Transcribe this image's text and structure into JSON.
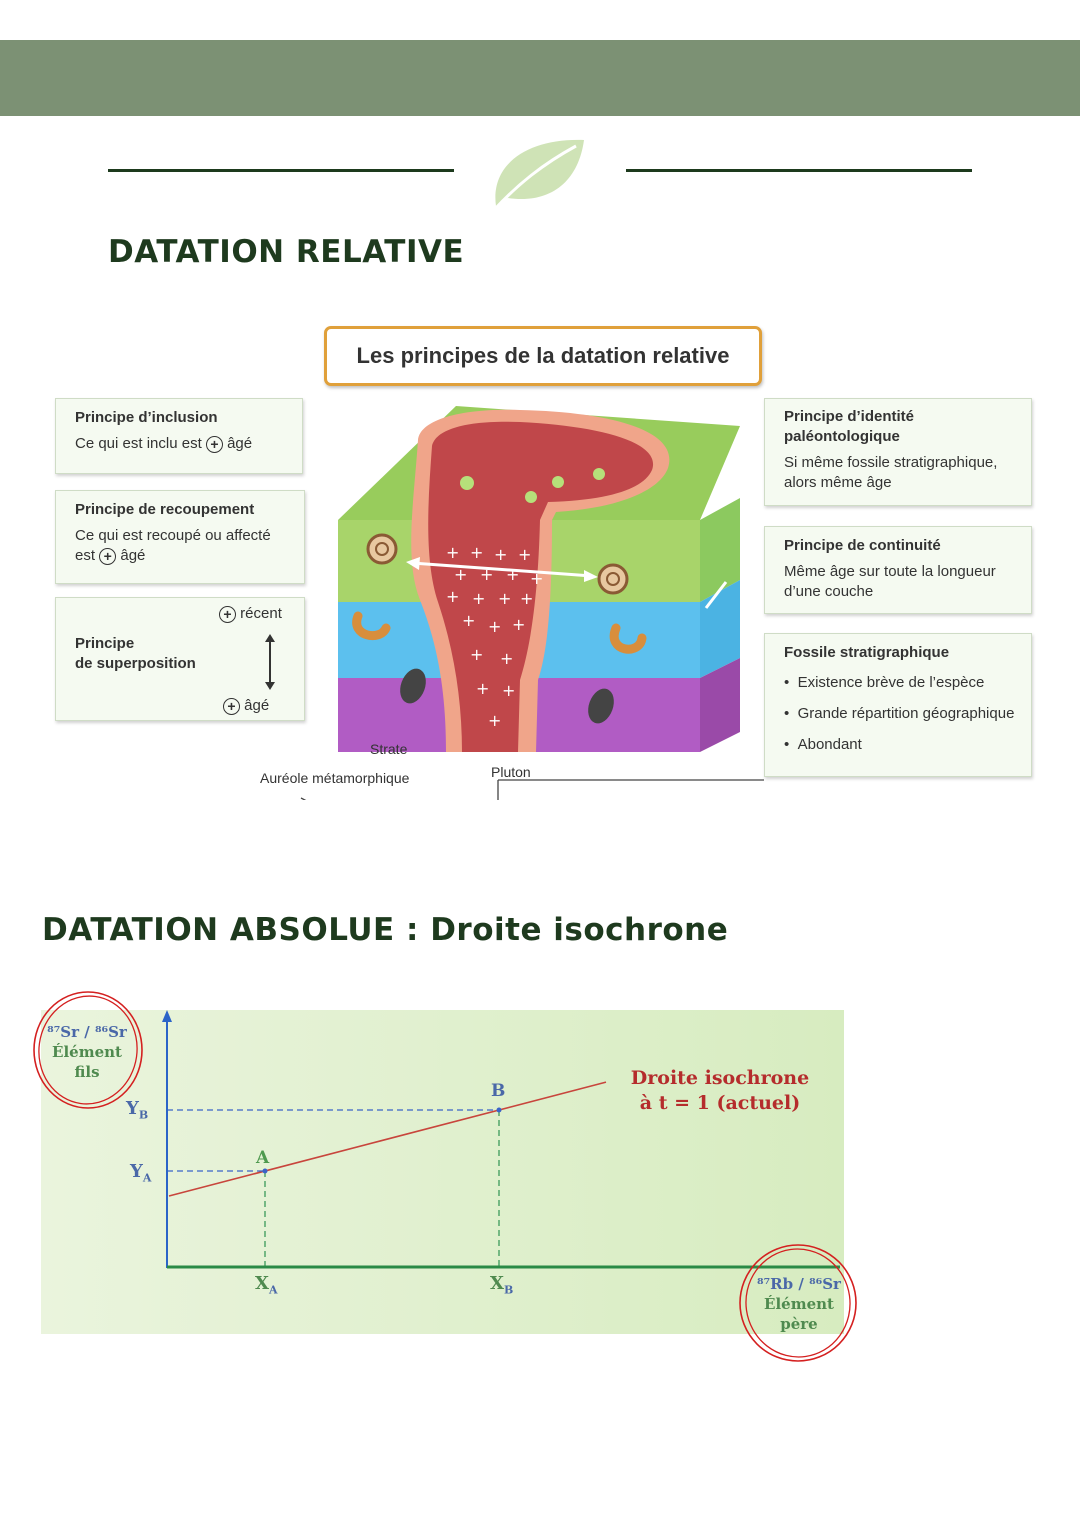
{
  "header": {
    "bar_color": "#7c9174"
  },
  "relative": {
    "heading": "DATATION RELATIVE",
    "figure_title": "Les principes de la datation relative",
    "inclusion": {
      "title": "Principe d’inclusion",
      "text_before": "Ce qui est inclu est",
      "text_after": "âgé"
    },
    "recoupement": {
      "title": "Principe de recoupement",
      "line1": "Ce qui est recoupé ou affecté",
      "line2_before": "est",
      "line2_after": "âgé"
    },
    "superposition": {
      "title_line1": "Principe",
      "title_line2": "de superposition",
      "recent": "récent",
      "old": "âgé"
    },
    "identite": {
      "title_line1": "Principe d’identité",
      "title_line2": "paléontologique",
      "text_line1": "Si même fossile stratigraphique,",
      "text_line2": "alors même âge"
    },
    "continuite": {
      "title": "Principe de continuité",
      "text_line1": "Même âge sur toute la longueur",
      "text_line2": "d’une couche"
    },
    "fossile": {
      "title": "Fossile stratigraphique",
      "items": [
        "Existence brève de l’espèce",
        "Grande répartition géographique",
        "Abondant"
      ]
    },
    "labels": {
      "strate": "Strate",
      "aureole": "Auréole métamorphique",
      "pluton": "Pluton"
    }
  },
  "absolue": {
    "heading": "DATATION ABSOLUE : Droite isochrone",
    "y_axis": {
      "line1": "⁸⁷Sr / ⁸⁶Sr",
      "line2": "Élément",
      "line3": "fils"
    },
    "x_axis": {
      "line1": "⁸⁷Rb / ⁸⁶Sr",
      "line2": "Élément",
      "line3": "père"
    },
    "line_label": {
      "line1": "Droite isochrone",
      "line2": "à t = 1 (actuel)"
    },
    "ticks": {
      "ya": "Y",
      "ya_sub": "A",
      "yb": "Y",
      "yb_sub": "B",
      "xa": "X",
      "xa_sub": "A",
      "xb": "X",
      "xb_sub": "B"
    },
    "points": {
      "a": "A",
      "b": "B"
    }
  },
  "chart_data": {
    "type": "line",
    "title": "",
    "xlabel": "⁸⁷Rb / ⁸⁶Sr Élément père",
    "ylabel": "⁸⁷Sr / ⁸⁶Sr Élément fils",
    "series": [
      {
        "name": "Droite isochrone à t = 1 (actuel)",
        "points": [
          {
            "label": "A",
            "x": "XA",
            "y": "YA"
          },
          {
            "label": "B",
            "x": "XB",
            "y": "YB"
          }
        ]
      }
    ]
  }
}
